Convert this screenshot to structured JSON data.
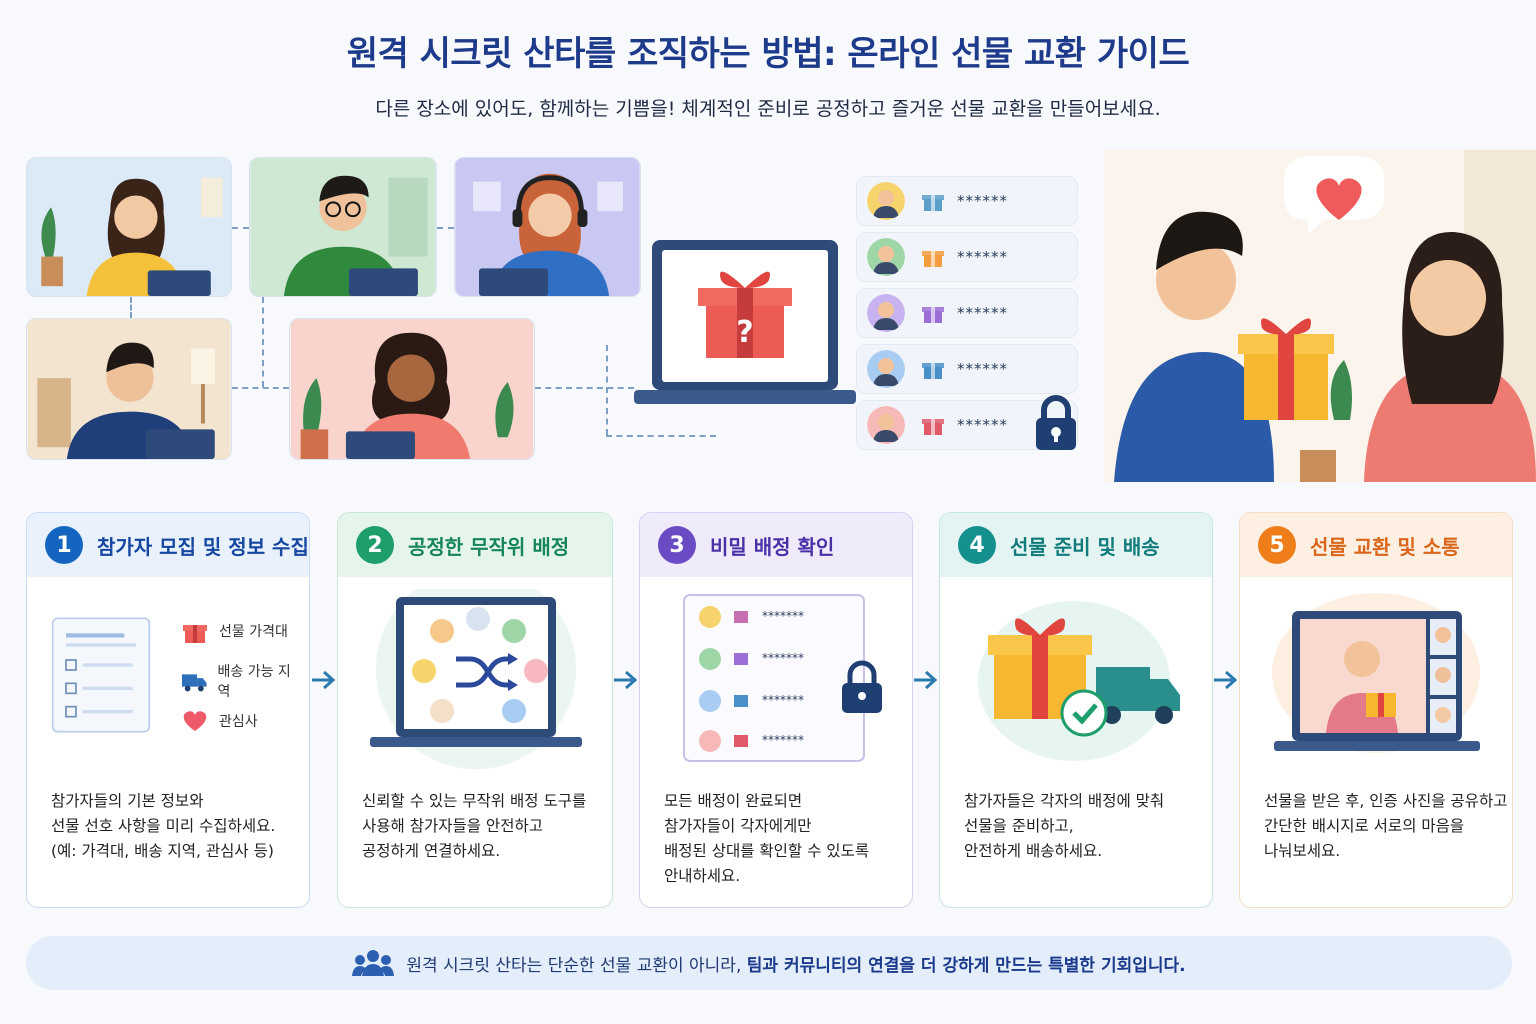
{
  "title": "원격 시크릿 산타를 조직하는 방법: 온라인 선물 교환 가이드",
  "subtitle": "다른 장소에 있어도, 함께하는 기쁨을! 체계적인 준비로 공정하고 즐거운 선물 교환을 만들어보세요.",
  "hero": {
    "assignments": [
      {
        "mask": "******",
        "avatar_color": "#f6d36b",
        "gift_color": "#5aa0c8"
      },
      {
        "mask": "******",
        "avatar_color": "#9fd6a8",
        "gift_color": "#f39c3d"
      },
      {
        "mask": "******",
        "avatar_color": "#c8b3f0",
        "gift_color": "#9b6fd6"
      },
      {
        "mask": "******",
        "avatar_color": "#a9cdf2",
        "gift_color": "#4a90c8"
      },
      {
        "mask": "******",
        "avatar_color": "#f7b8b8",
        "gift_color": "#e05a6a"
      }
    ]
  },
  "steps": [
    {
      "num": "1",
      "title": "참가자 모집 및 정보 수집",
      "color": "#1565c0",
      "legend": [
        "선물 가격대",
        "배송 가능 지역",
        "관심사"
      ],
      "desc": [
        "참가자들의 기본 정보와",
        "선물 선호 사항을 미리 수집하세요.",
        "(예: 가격대, 배송 지역, 관심사 등)"
      ]
    },
    {
      "num": "2",
      "title": "공정한 무작위 배정",
      "color": "#1e9e6a",
      "desc": [
        "신뢰할 수 있는 무작위 배정 도구를",
        "사용해 참가자들을 안전하고",
        "공정하게 연결하세요."
      ]
    },
    {
      "num": "3",
      "title": "비밀 배정 확인",
      "color": "#6a4bc4",
      "list_mask": [
        "*******",
        "*******",
        "*******",
        "*******"
      ],
      "desc": [
        "모든 배정이 완료되면",
        "참가자들이 각자에게만",
        "배정된 상대를 확인할 수 있도록",
        "안내하세요."
      ]
    },
    {
      "num": "4",
      "title": "선물 준비 및 배송",
      "color": "#15908f",
      "desc": [
        "참가자들은 각자의 배정에 맞춰",
        "선물을 준비하고,",
        "안전하게 배송하세요."
      ]
    },
    {
      "num": "5",
      "title": "선물 교환 및 소통",
      "color": "#ef7d1a",
      "desc": [
        "선물을 받은 후, 인증 사진을 공유하고",
        "간단한 배시지로 서로의 마음을",
        "나눠보세요."
      ]
    }
  ],
  "footer": {
    "text_plain": "원격 시크릿 산타는 단순한 선물 교환이 아니라, ",
    "text_strong": "팀과 커뮤니티의 연결을 더 강하게 만드는 특별한 기회입니다."
  },
  "icons": [
    "gift-icon",
    "truck-icon",
    "heart-icon",
    "lock-icon",
    "shuffle-icon",
    "check-icon",
    "people-icon",
    "arrow-right-icon"
  ]
}
